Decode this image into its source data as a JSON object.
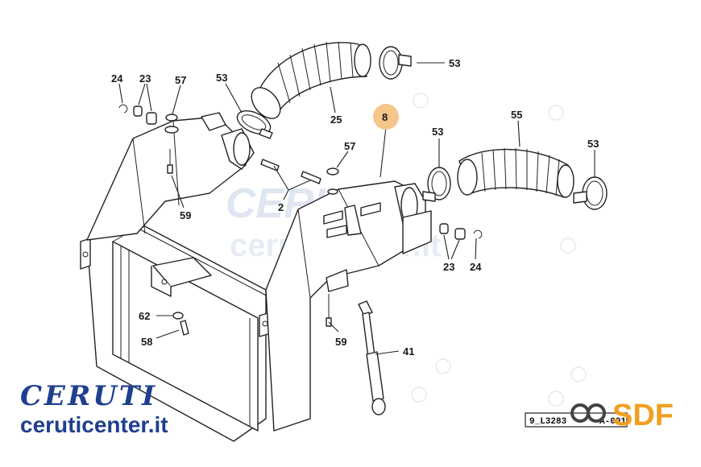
{
  "diagram": {
    "callouts": [
      {
        "id": "c24a",
        "text": "24"
      },
      {
        "id": "c23a",
        "text": "23"
      },
      {
        "id": "c57a",
        "text": "57"
      },
      {
        "id": "c53a",
        "text": "53"
      },
      {
        "id": "c25",
        "text": "25"
      },
      {
        "id": "c53b",
        "text": "53"
      },
      {
        "id": "c8",
        "text": "8"
      },
      {
        "id": "c57b",
        "text": "57"
      },
      {
        "id": "c53c",
        "text": "53"
      },
      {
        "id": "c55",
        "text": "55"
      },
      {
        "id": "c53d",
        "text": "53"
      },
      {
        "id": "c2",
        "text": "2"
      },
      {
        "id": "c59a",
        "text": "59"
      },
      {
        "id": "c23b",
        "text": "23"
      },
      {
        "id": "c24b",
        "text": "24"
      },
      {
        "id": "c62",
        "text": "62"
      },
      {
        "id": "c58",
        "text": "58"
      },
      {
        "id": "c59b",
        "text": "59"
      },
      {
        "id": "c41",
        "text": "41"
      }
    ],
    "highlight_color": "#f5c58a",
    "drawing_code": "9_L3283",
    "drawing_code_suffix": "A-001"
  },
  "branding": {
    "logo_text": "CERUTI",
    "site": "ceruticenter.it",
    "watermark_text": "CERUTI",
    "watermark_site": "ceruticenter.it",
    "sdf_text": "SDF",
    "brand_color": "#1f3f8f",
    "sdf_color": "#f0a020"
  }
}
